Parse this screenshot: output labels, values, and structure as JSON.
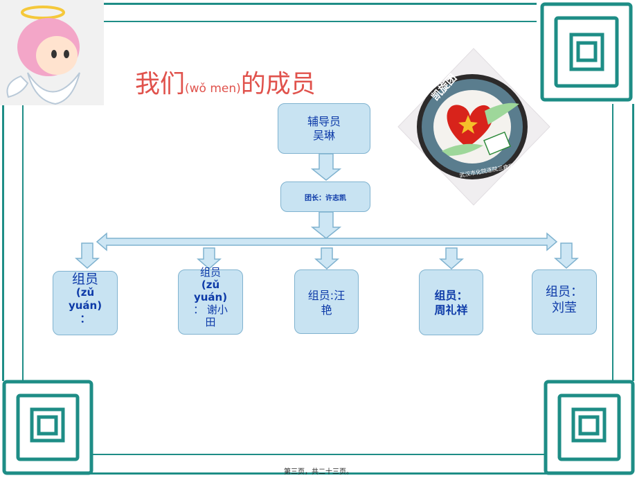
{
  "title": {
    "main_before": "我们",
    "pinyin": "(wǒ men)",
    "main_after": "的成员"
  },
  "advisor": {
    "role": "辅导员",
    "name": "吴琳"
  },
  "leader": {
    "text": "团长：许志凯"
  },
  "members": [
    {
      "lines": [
        "组员",
        "(zǔ",
        "yuán)",
        "："
      ]
    },
    {
      "lines": [
        "组员",
        "(zǔ",
        "yuán)",
        "：  谢小",
        "田"
      ]
    },
    {
      "lines": [
        "组员:汪",
        "艳"
      ]
    },
    {
      "lines": [
        "组员：",
        "周礼祥"
      ]
    },
    {
      "lines": [
        "组员：",
        "刘莹"
      ]
    }
  ],
  "logo": {
    "top_text": "凯旋团",
    "bottom_text": "武汉市化院逐院三病区"
  },
  "footer": "第三页，共二十三页。",
  "colors": {
    "frame": "#1e8d86",
    "title": "#e0524c",
    "box_fill": "#c8e3f2",
    "box_text": "#0d3aa8",
    "arrow_fill": "#cde6f4"
  }
}
